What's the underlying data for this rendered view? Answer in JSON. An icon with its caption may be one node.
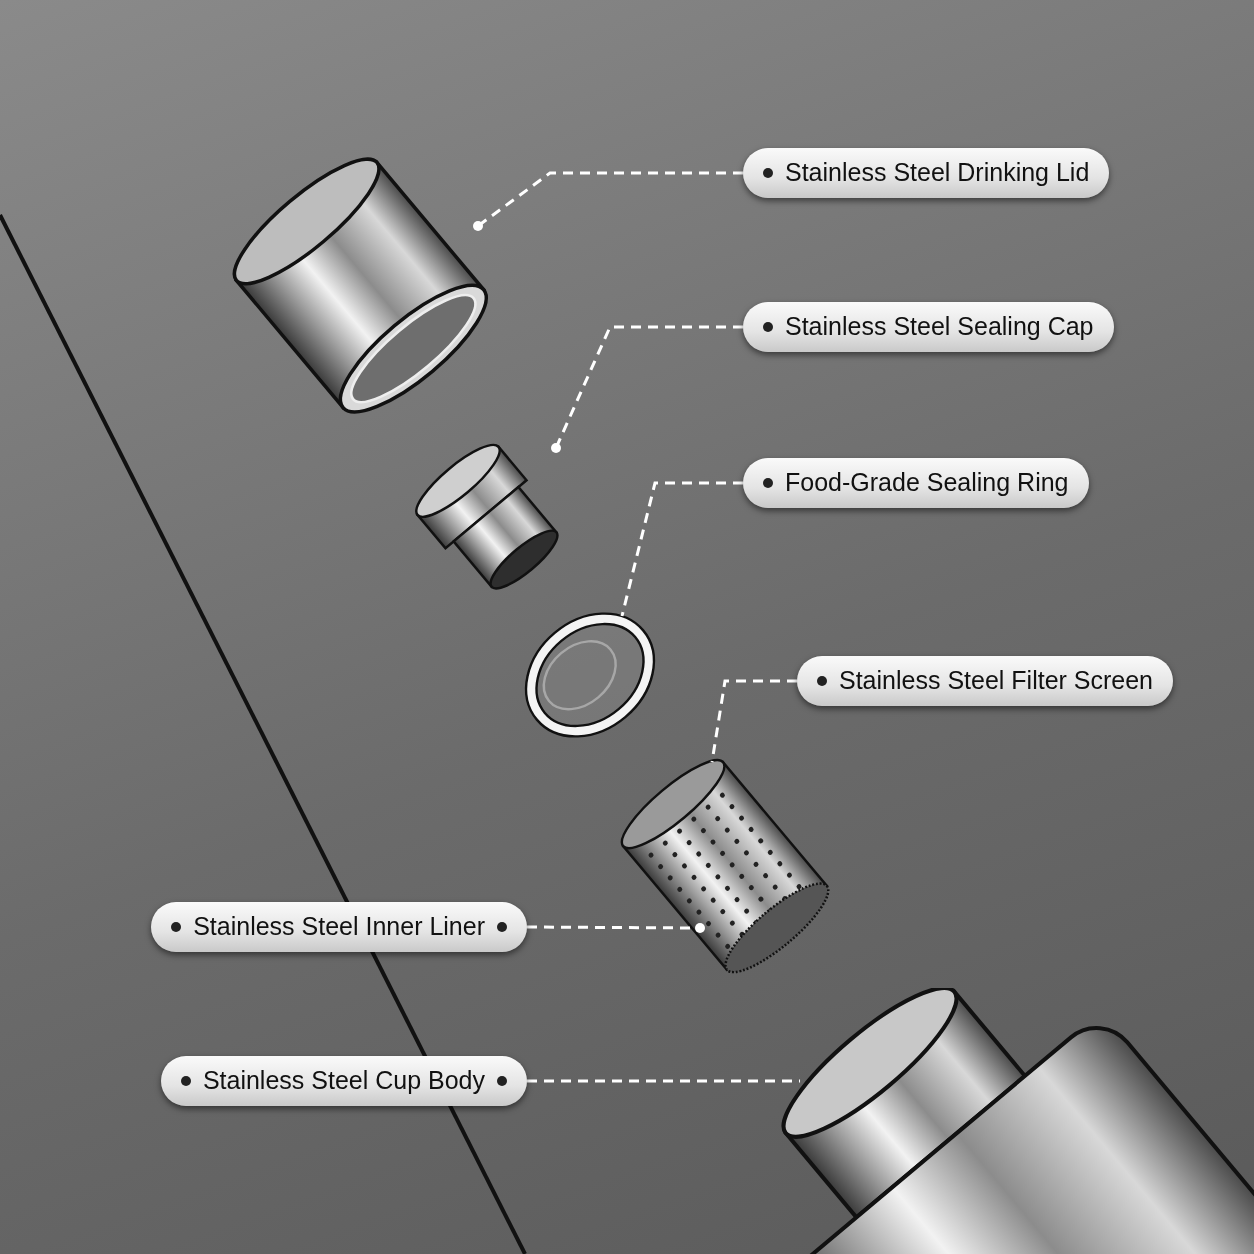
{
  "diagram": {
    "nodes": [
      {
        "text": [
          "Stainless Steel Drinking Lid"
        ]
      },
      {
        "text": [
          "Stainless Steel Sealing Cap"
        ]
      },
      {
        "text": [
          "Food-Grade Sealing Ring"
        ]
      },
      {
        "text": [
          "Stainless Steel Filter Screen"
        ]
      },
      {
        "text": [
          "Stainless Steel Inner Liner"
        ]
      },
      {
        "text": [
          "Stainless Steel Cup Body"
        ]
      },
      {
        "text": [],
        "shape": "picture"
      },
      {
        "text": [],
        "shape": "picture"
      },
      {
        "text": [],
        "shape": "picture"
      },
      {
        "text": [],
        "shape": "picture"
      },
      {
        "text": [],
        "shape": "picture"
      }
    ],
    "edges": [
      {
        "from": 0,
        "to": 6,
        "arrow": "other",
        "style": "dashed"
      },
      {
        "from": 1,
        "to": 7,
        "arrow": "other",
        "style": "dashed"
      },
      {
        "from": 2,
        "to": 8,
        "arrow": "none",
        "style": "dashed"
      },
      {
        "from": 3,
        "to": 9,
        "arrow": "none",
        "style": "dashed"
      },
      {
        "from": 4,
        "to": 9,
        "arrow": "other",
        "style": "dashed"
      },
      {
        "from": 5,
        "to": 10,
        "arrow": "none",
        "style": "dashed"
      }
    ]
  }
}
